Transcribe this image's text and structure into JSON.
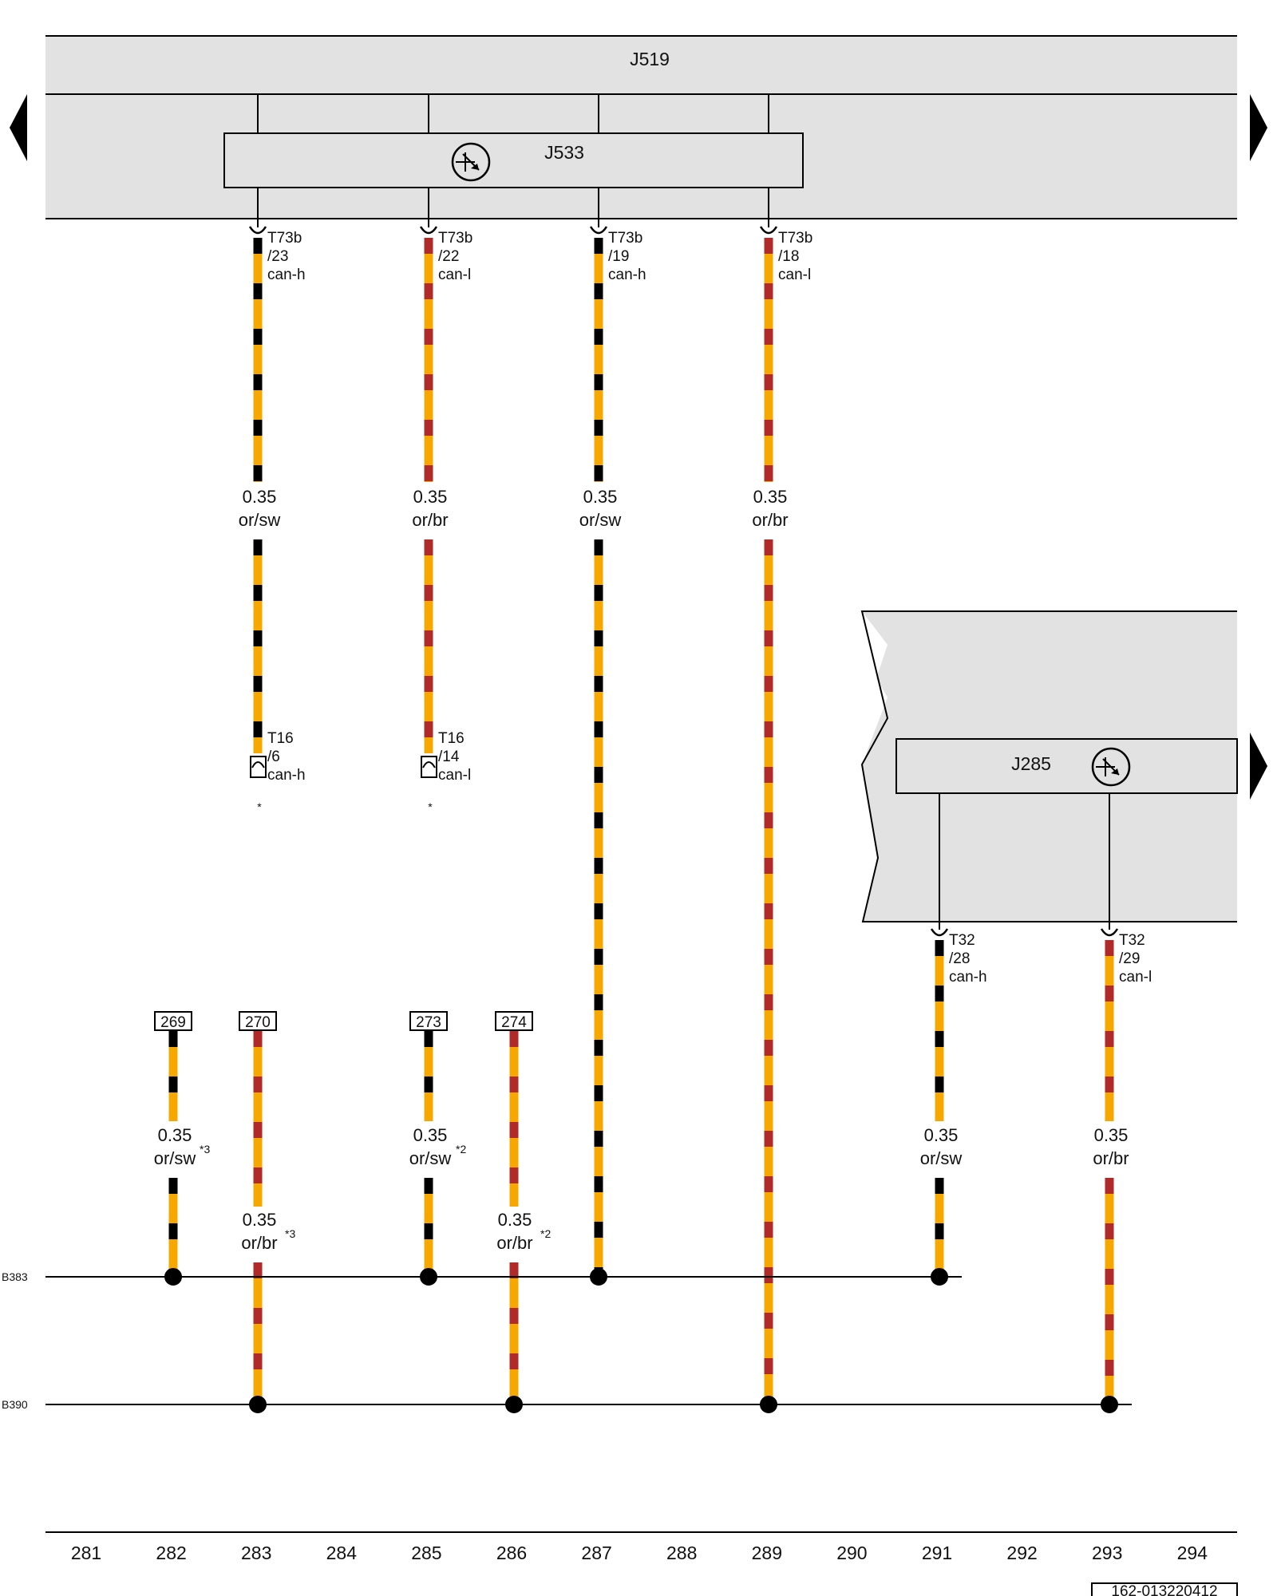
{
  "modules": {
    "j519": "J519",
    "j533": "J533",
    "j285": "J285"
  },
  "connectors": [
    {
      "id": "t73b-23",
      "lines": [
        "T73b",
        "/23",
        "can-h"
      ]
    },
    {
      "id": "t73b-22",
      "lines": [
        "T73b",
        "/22",
        "can-l"
      ]
    },
    {
      "id": "t73b-19",
      "lines": [
        "T73b",
        "/19",
        "can-h"
      ]
    },
    {
      "id": "t73b-18",
      "lines": [
        "T73b",
        "/18",
        "can-l"
      ]
    },
    {
      "id": "t16-6",
      "lines": [
        "T16",
        "/6",
        "can-h"
      ]
    },
    {
      "id": "t16-14",
      "lines": [
        "T16",
        "/14",
        "can-l"
      ]
    },
    {
      "id": "t32-28",
      "lines": [
        "T32",
        "/28",
        "can-h"
      ]
    },
    {
      "id": "t32-29",
      "lines": [
        "T32",
        "/29",
        "can-l"
      ]
    }
  ],
  "wire_labels": [
    {
      "id": "w1",
      "size": "0.35",
      "color": "or/sw",
      "note": ""
    },
    {
      "id": "w2",
      "size": "0.35",
      "color": "or/br",
      "note": ""
    },
    {
      "id": "w3",
      "size": "0.35",
      "color": "or/sw",
      "note": ""
    },
    {
      "id": "w4",
      "size": "0.35",
      "color": "or/br",
      "note": ""
    },
    {
      "id": "w5",
      "size": "0.35",
      "color": "or/sw",
      "note": "*3"
    },
    {
      "id": "w6",
      "size": "0.35",
      "color": "or/br",
      "note": "*3"
    },
    {
      "id": "w7",
      "size": "0.35",
      "color": "or/sw",
      "note": "*2"
    },
    {
      "id": "w8",
      "size": "0.35",
      "color": "or/br",
      "note": "*2"
    },
    {
      "id": "w9",
      "size": "0.35",
      "color": "or/sw",
      "note": ""
    },
    {
      "id": "w10",
      "size": "0.35",
      "color": "or/br",
      "note": ""
    }
  ],
  "asterisks": [
    "*",
    "*"
  ],
  "refs": [
    "269",
    "270",
    "273",
    "274"
  ],
  "buses": [
    "B383",
    "B390"
  ],
  "columns": [
    "281",
    "282",
    "283",
    "284",
    "285",
    "286",
    "287",
    "288",
    "289",
    "290",
    "291",
    "292",
    "293",
    "294"
  ],
  "doc_id": "162-013220412",
  "colors": {
    "orange": "#f7a800",
    "black": "#000000",
    "brown": "#b02a2a",
    "module_fill": "#e2e2e2"
  }
}
